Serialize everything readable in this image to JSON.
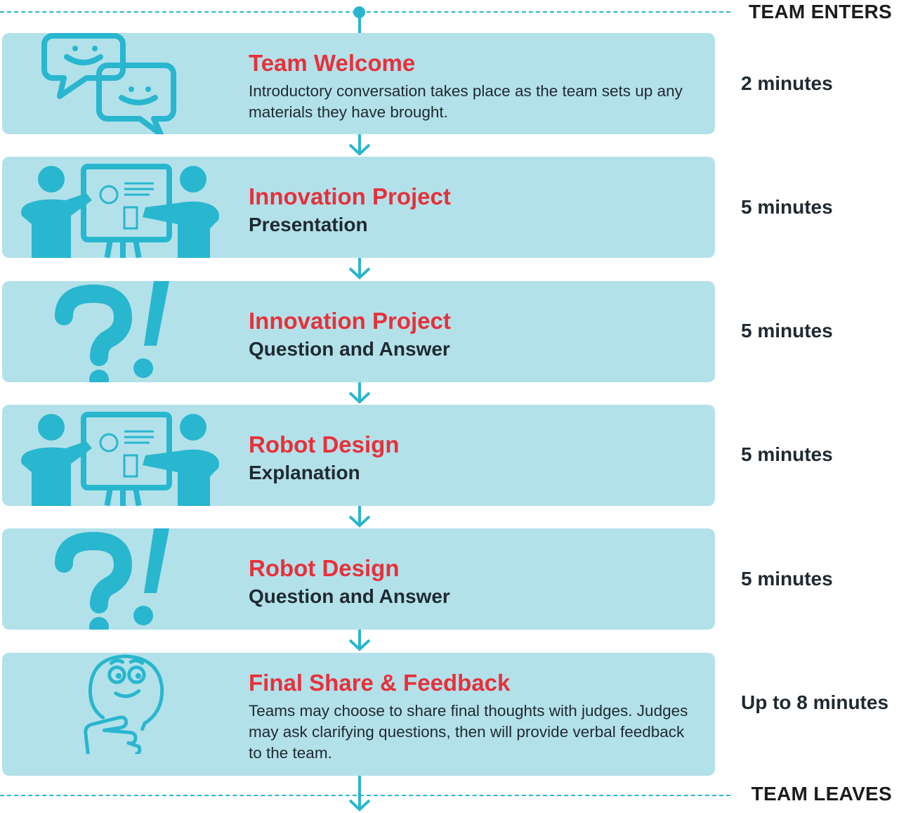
{
  "start_label": "TEAM ENTERS",
  "end_label": "TEAM LEAVES",
  "colors": {
    "accent": "#29b6cf",
    "card": "#b3e1ea",
    "title": "#e6313a",
    "text": "#1f2a30"
  },
  "steps": [
    {
      "title": "Team Welcome",
      "subtitle": "",
      "description": "Introductory conversation takes place as the team sets up any materials they have brought.",
      "duration": "2 minutes",
      "icon": "chat-bubbles-icon"
    },
    {
      "title": "Innovation Project",
      "subtitle": "Presentation",
      "description": "",
      "duration": "5 minutes",
      "icon": "presentation-icon"
    },
    {
      "title": "Innovation Project",
      "subtitle": "Question and Answer",
      "description": "",
      "duration": "5 minutes",
      "icon": "question-exclamation-icon"
    },
    {
      "title": "Robot Design",
      "subtitle": "Explanation",
      "description": "",
      "duration": "5 minutes",
      "icon": "presentation-icon"
    },
    {
      "title": "Robot Design",
      "subtitle": "Question and Answer",
      "description": "",
      "duration": "5 minutes",
      "icon": "question-exclamation-icon"
    },
    {
      "title": "Final Share & Feedback",
      "subtitle": "",
      "description": "Teams may choose to share final thoughts with judges. Judges may ask clarifying questions, then will provide verbal feedback to the team.",
      "duration": "Up to 8 minutes",
      "icon": "thinking-face-icon"
    }
  ]
}
